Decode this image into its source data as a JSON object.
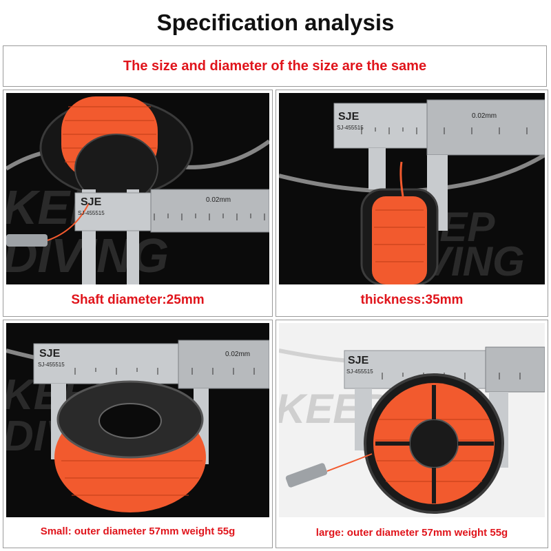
{
  "header": {
    "title": "Specification analysis",
    "subtitle": "The size and diameter of the size are the same"
  },
  "colors": {
    "accent_red": "#e0141b",
    "spool_line_orange": "#f25a2e",
    "reel_black": "#1a1a1a",
    "caliper_steel": "#c8cbce",
    "photo_background": "#0b0b0b"
  },
  "panels": [
    {
      "caption": "Shaft diameter:25mm",
      "caliper_brand": "SJE",
      "caliper_model": "SJ-455515",
      "caliper_precision": "0.02mm"
    },
    {
      "caption": "thickness:35mm",
      "caliper_brand": "SJE",
      "caliper_model": "SJ-455515",
      "caliper_precision": "0.02mm"
    },
    {
      "caption": "Small: outer diameter 57mm weight 55g",
      "caliper_brand": "SJE",
      "caliper_model": "SJ-455515",
      "caliper_precision": "0.02mm"
    },
    {
      "caption": "large: outer diameter 57mm weight 55g",
      "caliper_brand": "SJE",
      "caliper_model": "SJ-455515"
    }
  ]
}
